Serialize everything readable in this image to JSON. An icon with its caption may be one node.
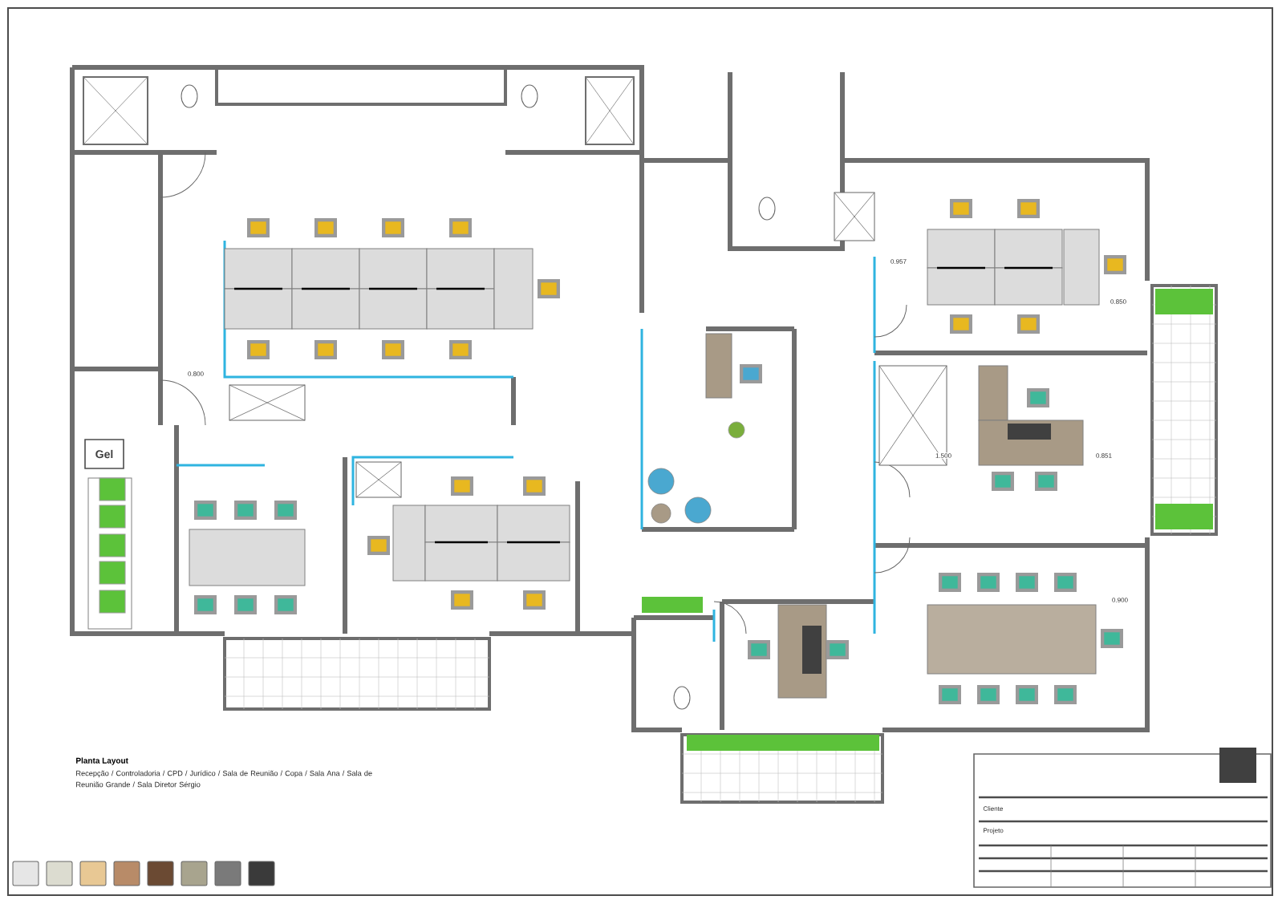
{
  "diagram": {
    "title": "Planta Layout",
    "caption": "Recepção / Controladoria / CPD / Jurídico / Sala de Reunião / Copa / Sala Ana / Sala de Reunião Grande / Sala Diretor Sérgio",
    "nodes": [
      {
        "text": [
          "Gel"
        ]
      }
    ],
    "labels": [
      "0.800",
      "0.957",
      "0.850",
      "1.500",
      "0.851",
      "0.900",
      "Cliente",
      "Projeto"
    ]
  }
}
